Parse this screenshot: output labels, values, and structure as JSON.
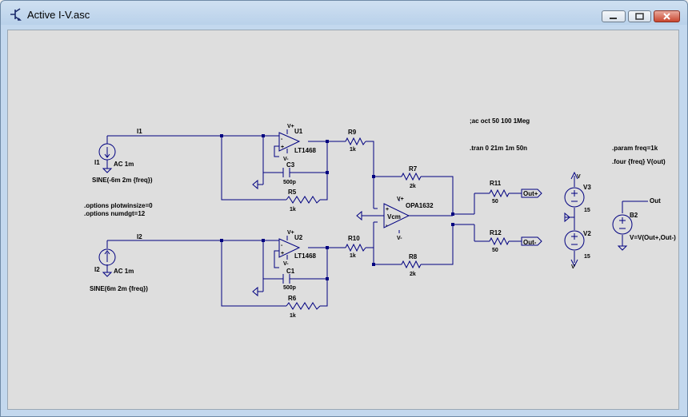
{
  "window": {
    "title": "Active I-V.asc",
    "icon": "ltspice-schematic-icon",
    "controls": [
      "minimize-icon",
      "maximize-icon",
      "close-icon"
    ]
  },
  "directives": {
    "ac": ";ac oct 50 100 1Meg",
    "tran": ".tran 0 21m 1m 50n",
    "param": ".param freq=1k",
    "four": ".four {freq} V(out)",
    "opt1": ".options plotwinsize=0",
    "opt2": ".options numdgt=12"
  },
  "nets": {
    "i1": "I1",
    "i2": "I2",
    "out_plus": "Out+",
    "out_minus": "Out-",
    "out": "Out",
    "vcm": "Vcm"
  },
  "components": {
    "I1": {
      "name": "I1",
      "ac": "AC 1m",
      "value": "SINE(-6m 2m {freq})"
    },
    "I2": {
      "name": "I2",
      "ac": "AC 1m",
      "value": "SINE(6m 2m {freq})"
    },
    "U1": {
      "name": "U1",
      "model": "LT1468"
    },
    "U2": {
      "name": "U2",
      "model": "LT1468"
    },
    "U3": {
      "model": "OPA1632"
    },
    "C3": {
      "name": "C3",
      "value": "500p"
    },
    "C1": {
      "name": "C1",
      "value": "500p"
    },
    "R5": {
      "name": "R5",
      "value": "1k"
    },
    "R6": {
      "name": "R6",
      "value": "1k"
    },
    "R9": {
      "name": "R9",
      "value": "1k"
    },
    "R10": {
      "name": "R10",
      "value": "1k"
    },
    "R7": {
      "name": "R7",
      "value": "2k"
    },
    "R8": {
      "name": "R8",
      "value": "2k"
    },
    "R11": {
      "name": "R11",
      "value": "50"
    },
    "R12": {
      "name": "R12",
      "value": "50"
    },
    "V3": {
      "name": "V3",
      "value": "15"
    },
    "V2": {
      "name": "V2",
      "value": "15"
    },
    "B2": {
      "name": "B2",
      "value": "V=V(Out+,Out-)"
    }
  },
  "pin_marks": {
    "plus": "+",
    "minus": "-",
    "vplus": "V+",
    "vminus": "V-",
    "v": "V"
  }
}
